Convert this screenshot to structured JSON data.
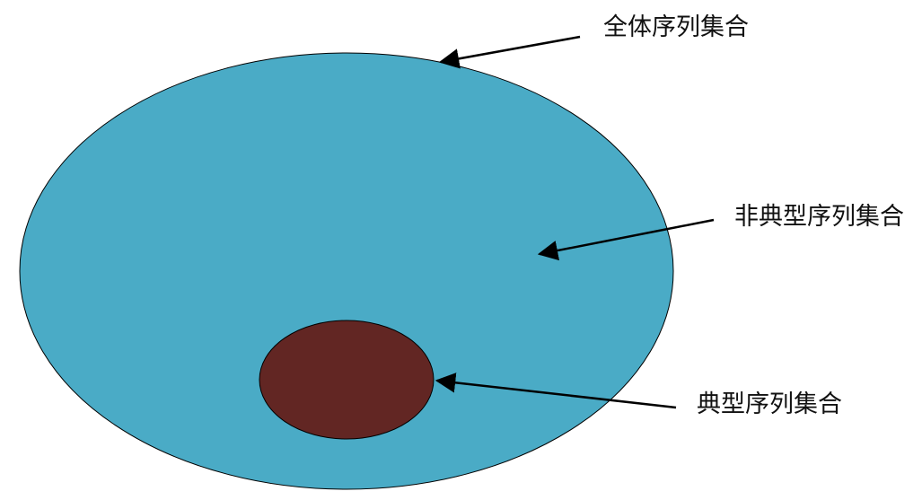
{
  "labels": {
    "universal_set": "全体序列集合",
    "atypical_set": "非典型序列集合",
    "typical_set": "典型序列集合"
  },
  "colors": {
    "universal_fill": "#4aabc6",
    "typical_fill": "#622623",
    "outline": "#000000",
    "arrow": "#000000"
  }
}
